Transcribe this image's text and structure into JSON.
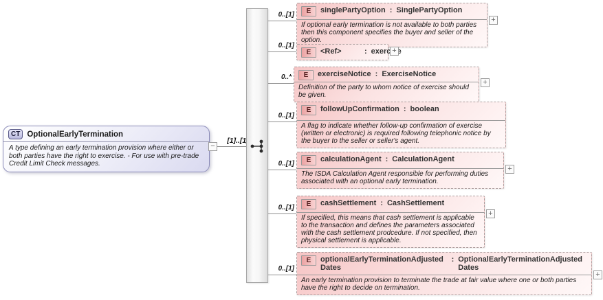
{
  "icons": {
    "complex_type": "CT",
    "element": "E",
    "collapse": "−",
    "expand": "+"
  },
  "colon": ":",
  "root": {
    "title": "OptionalEarlyTermination",
    "description": "A type defining an early termination provision where either or both parties have the right to exercise. - For use with pre-trade Credit Limit Check messages.",
    "cardinality_to_children": "[1]..[1]",
    "compositor": "sequence"
  },
  "elements": [
    {
      "name": "singlePartyOption",
      "type": "SinglePartyOption",
      "cardinality": "0..[1]",
      "description": "If optional early termination is not available to both parties then this component specifies the buyer and seller of the option."
    },
    {
      "name": "<Ref>",
      "type": "exercise",
      "cardinality": "0..[1]",
      "description": ""
    },
    {
      "name": "exerciseNotice",
      "type": "ExerciseNotice",
      "cardinality": "0..*",
      "description": "Definition of the party to whom notice of exercise should be given."
    },
    {
      "name": "followUpConfirmation",
      "type": "boolean",
      "cardinality": "0..[1]",
      "description": "A flag to indicate whether follow-up confirmation of exercise (written or electronic) is required following telephonic notice by the buyer to the seller or seller's agent."
    },
    {
      "name": "calculationAgent",
      "type": "CalculationAgent",
      "cardinality": "0..[1]",
      "description": "The ISDA Calculation Agent responsible for performing duties associated with an optional early termination."
    },
    {
      "name": "cashSettlement",
      "type": "CashSettlement",
      "cardinality": "0..[1]",
      "description": "If specified, this means that cash settlement is applicable to the transaction and defines the parameters associated with the cash settlement prodcedure. If not specified, then physical settlement is applicable."
    },
    {
      "name": "optionalEarlyTerminationAdjustedDates",
      "type": "OptionalEarlyTerminationAdjustedDates",
      "cardinality": "0..[1]",
      "description": "An early termination provision to terminate the trade at fair value where one or both parties have the right to decide on termination."
    }
  ],
  "colors": {
    "element_fill": "#f6c5c5",
    "complex_type_fill": "#dadaf0",
    "border_gray": "#999999",
    "connector": "#8f8f8f"
  }
}
